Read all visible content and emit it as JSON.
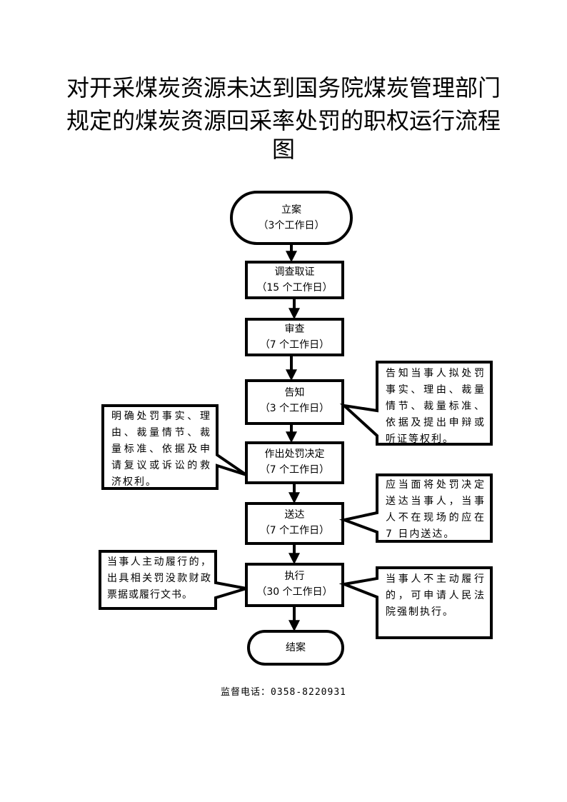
{
  "title": {
    "line1": "对开采煤炭资源未达到国务院煤炭管理部门",
    "line2": "规定的煤炭资源回采率处罚的职权运行流程",
    "line3": "图"
  },
  "steps": [
    {
      "id": "start",
      "name": "立案",
      "duration": "（3个工作日）",
      "shape": "terminal"
    },
    {
      "id": "investigate",
      "name": "调查取证",
      "duration": "（15 个工作日）",
      "shape": "process"
    },
    {
      "id": "review",
      "name": "审查",
      "duration": "（7 个工作日）",
      "shape": "process"
    },
    {
      "id": "notify",
      "name": "告知",
      "duration": "（3 个工作日）",
      "shape": "process"
    },
    {
      "id": "decide",
      "name": "作出处罚决定",
      "duration": "（7 个工作日）",
      "shape": "process"
    },
    {
      "id": "deliver",
      "name": "送达",
      "duration": "（7 个工作日）",
      "shape": "process"
    },
    {
      "id": "execute",
      "name": "执行",
      "duration": "（30 个工作日）",
      "shape": "process"
    },
    {
      "id": "end",
      "name": "结案",
      "duration": "",
      "shape": "terminal"
    }
  ],
  "callouts": {
    "notify": "告知当事人拟处罚事实、理由、裁量情节、裁量标准、依据及提出申辩或听证等权利。",
    "decide": "明确处罚事实、理由、裁量情节、裁量标准、依据及申请复议或诉讼的救济权利。",
    "deliver": "应当面将处罚决定送达当事人，当事人不在现场的应在 7 日内送达。",
    "execute_voluntary": "当事人主动履行的，出具相关罚没款财政票据或履行文书。",
    "execute_forced": "当事人不主动履行的，可申请人民法院强制执行。"
  },
  "footer": {
    "label": "监督电话：",
    "phone": "0358-8220931"
  }
}
